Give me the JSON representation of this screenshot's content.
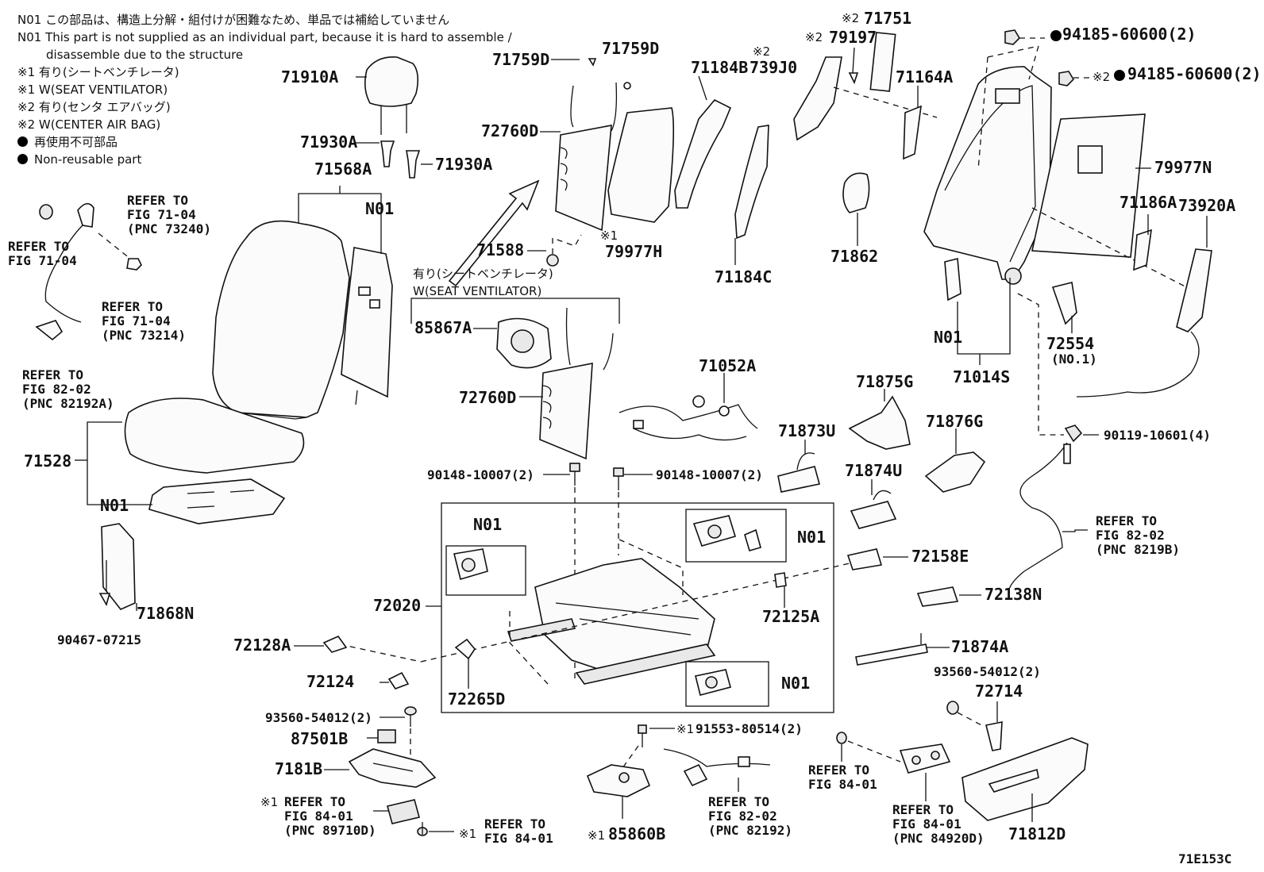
{
  "notes": {
    "n01_jp": "N01 この部品は、構造上分解・組付けが困難なため、単品では補給していません",
    "n01_en_1": "N01 This part is not supplied as an individual part, because it is hard to assemble /",
    "n01_en_2": "disassemble due to the structure",
    "m1_jp": "※1 有り(シートベンチレータ)",
    "m1_en": "※1 W(SEAT VENTILATOR)",
    "m2_jp": "※2 有り(センタ エアバッグ)",
    "m2_en": "※2 W(CENTER AIR BAG)",
    "nonreuse_jp": "再使用不可部品",
    "nonreuse_en": "Non-reusable part"
  },
  "labels": {
    "p71910A": "71910A",
    "p71930A_1": "71930A",
    "p71930A_2": "71930A",
    "p71568A": "71568A",
    "p71759D_1": "71759D",
    "p71759D_2": "71759D",
    "p72760D_1": "72760D",
    "p71588": "71588",
    "p79977H": "79977H",
    "p79977H_mark": "※1",
    "p71184B": "71184B",
    "p71184C": "71184C",
    "p71751": "71751",
    "p71751_mark": "※2",
    "p79197": "79197",
    "p79197_mark": "※2",
    "p739J0": "739J0",
    "p739J0_mark": "※2",
    "p71164A": "71164A",
    "p71862": "71862",
    "p94185_1": "94185-60600(2)",
    "p94185_2": "94185-60600(2)",
    "p94185_2_mark": "※2",
    "p79977N": "79977N",
    "p71186A": "71186A",
    "p73920A": "73920A",
    "p72554": "72554",
    "p72554_sub": "(NO.1)",
    "p71014S": "71014S",
    "n01_a": "N01",
    "n01_b": "N01",
    "n01_c": "N01",
    "n01_d": "N01",
    "n01_e": "N01",
    "n01_f": "N01",
    "vent_jp": "有り(シートベンチレータ)",
    "vent_en": "W(SEAT VENTILATOR)",
    "p85867A": "85867A",
    "p72760D_2": "72760D",
    "p71052A": "71052A",
    "p71875G": "71875G",
    "p71873U": "71873U",
    "p71876G": "71876G",
    "p71874U": "71874U",
    "p90119": "90119-10601(4)",
    "p90148_1": "90148-10007(2)",
    "p90148_2": "90148-10007(2)",
    "p72158E": "72158E",
    "p72138N": "72138N",
    "p72020": "72020",
    "p72125A": "72125A",
    "p72128A": "72128A",
    "p72124": "72124",
    "p72265D": "72265D",
    "p71874A": "71874A",
    "p93560_1": "93560-54012(2)",
    "p93560_2": "93560-54012(2)",
    "p72714": "72714",
    "p87501B": "87501B",
    "p7181B": "7181B",
    "p91553": "91553-80514(2)",
    "p91553_mark": "※1",
    "p85860B": "85860B",
    "p85860B_mark": "※1",
    "p71812D": "71812D",
    "p71528": "71528",
    "p71868N": "71868N",
    "p90467": "90467-07215",
    "diagram_id": "71E153C"
  },
  "refs": {
    "r_7104_a": [
      "REFER TO",
      "FIG 71-04",
      "(PNC 73240)"
    ],
    "r_7104_b": [
      "REFER TO",
      "FIG 71-04"
    ],
    "r_7104_c": [
      "REFER TO",
      "FIG 71-04",
      "(PNC 73214)"
    ],
    "r_8202_a": [
      "REFER TO",
      "FIG 82-02",
      "(PNC 82192A)"
    ],
    "r_8202_b": [
      "REFER TO",
      "FIG 82-02",
      "(PNC 8219B)"
    ],
    "r_8401_a": [
      "REFER TO",
      "FIG 84-01",
      "(PNC 89710D)"
    ],
    "r_8401_a_mark": "※1",
    "r_8401_b": [
      "REFER TO",
      "FIG 84-01"
    ],
    "r_8401_b_mark": "※1",
    "r_8202_c": [
      "REFER TO",
      "FIG 82-02",
      "(PNC 82192)"
    ],
    "r_8401_c": [
      "REFER TO",
      "FIG 84-01"
    ],
    "r_8401_d": [
      "REFER TO",
      "FIG 84-01",
      "(PNC 84920D)"
    ]
  }
}
